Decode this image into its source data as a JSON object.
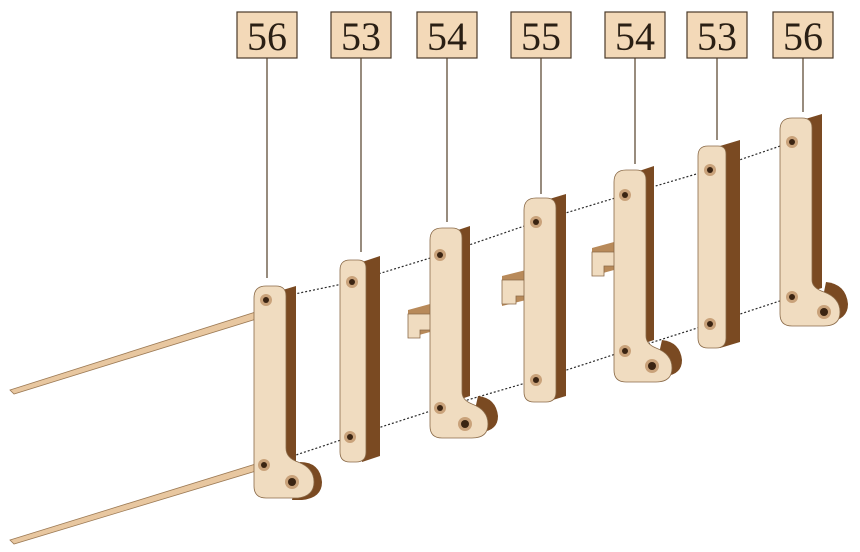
{
  "parts": [
    {
      "label": "56"
    },
    {
      "label": "53"
    },
    {
      "label": "54"
    },
    {
      "label": "55"
    },
    {
      "label": "54"
    },
    {
      "label": "53"
    },
    {
      "label": "56"
    }
  ],
  "colors": {
    "label_fill": "#f3d9b8",
    "wood_face": "#f0dcc0",
    "wood_side": "#7a4a22",
    "wire": "#2a2a2a"
  }
}
